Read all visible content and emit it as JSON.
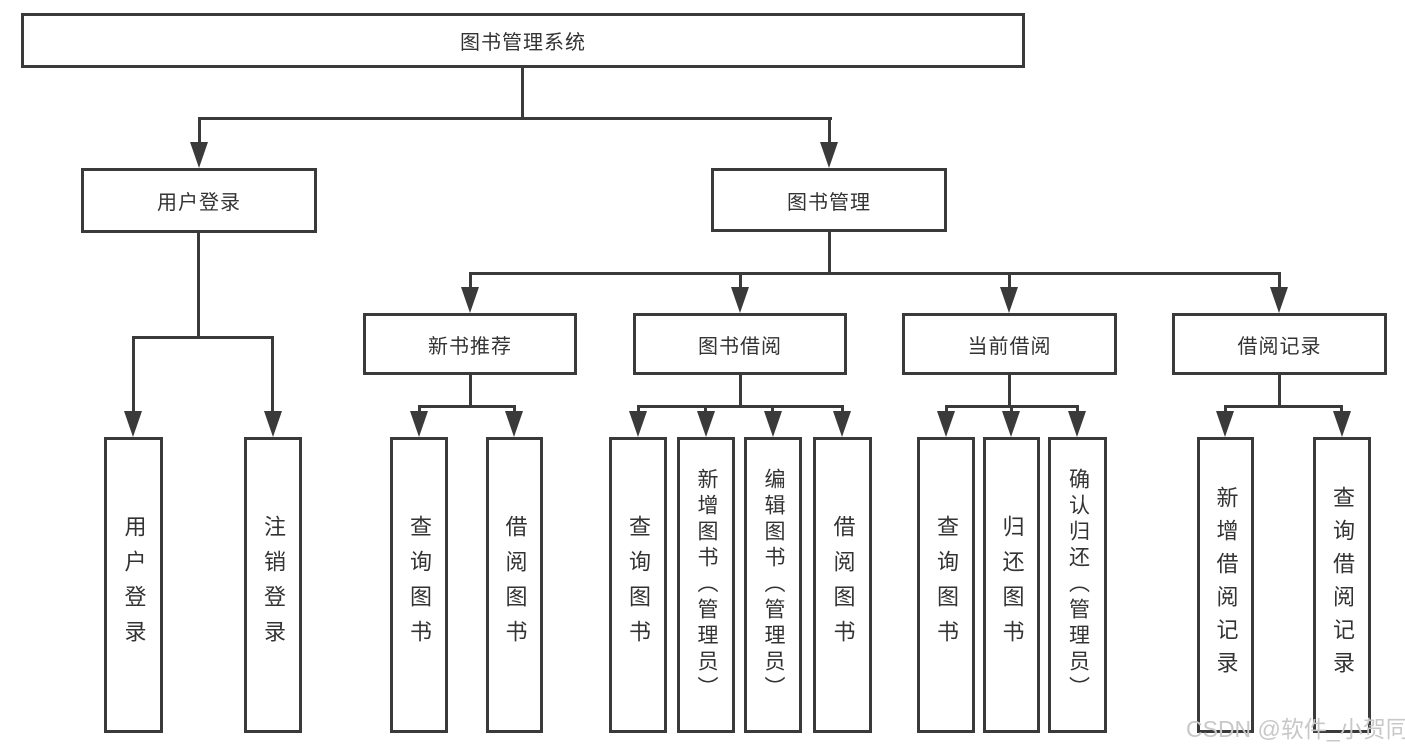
{
  "tree": {
    "label": "图书管理系统",
    "children": [
      {
        "label": "用户登录",
        "children": [
          {
            "label": "用户登录"
          },
          {
            "label": "注销登录"
          }
        ]
      },
      {
        "label": "图书管理",
        "children": [
          {
            "label": "新书推荐",
            "children": [
              {
                "label": "查询图书"
              },
              {
                "label": "借阅图书"
              }
            ]
          },
          {
            "label": "图书借阅",
            "children": [
              {
                "label": "查询图书"
              },
              {
                "label": "新增图书（管理员）"
              },
              {
                "label": "编辑图书（管理员）"
              },
              {
                "label": "借阅图书"
              }
            ]
          },
          {
            "label": "当前借阅",
            "children": [
              {
                "label": "查询图书"
              },
              {
                "label": "归还图书"
              },
              {
                "label": "确认归还（管理员）"
              }
            ]
          },
          {
            "label": "借阅记录",
            "children": [
              {
                "label": "新增借阅记录"
              },
              {
                "label": "查询借阅记录"
              }
            ]
          }
        ]
      }
    ]
  },
  "watermark": {
    "text": "CSDN @软件_小贺同学"
  },
  "colors": {
    "line": "#3a3a3a",
    "box_border": "#3a3a3a",
    "text": "#333333",
    "background": "#ffffff",
    "watermark": "#c8c8c8"
  }
}
